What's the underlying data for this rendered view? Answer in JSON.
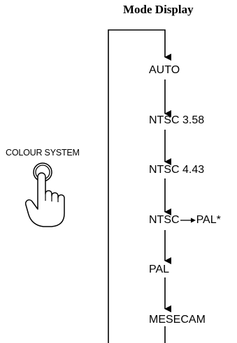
{
  "title": "Mode Display",
  "button": {
    "label": "COLOUR SYSTEM",
    "icon": "finger-pressing-button-icon"
  },
  "modes": [
    "AUTO",
    "NTSC 3.58",
    "NTSC 4.43",
    {
      "from": "NTSC",
      "to": "PAL*"
    },
    "PAL",
    "MESECAM"
  ]
}
